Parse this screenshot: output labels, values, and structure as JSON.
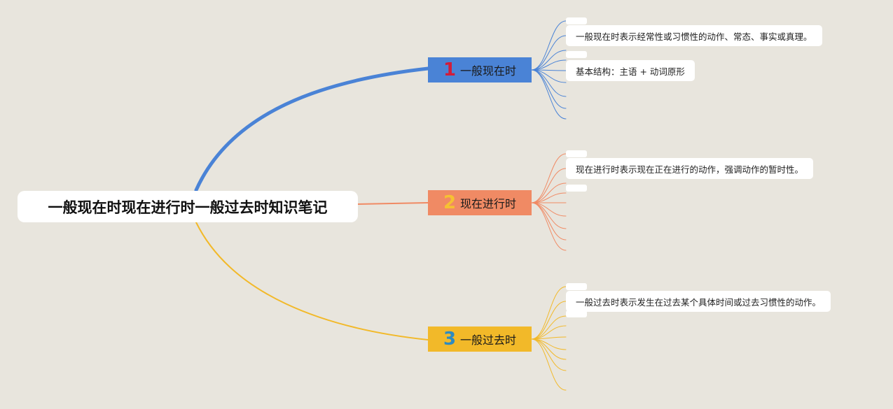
{
  "title": "一般现在时现在进行时一般过去时知识笔记",
  "colors": {
    "background": "#e8e5dd",
    "branch_1": "#4a83d6",
    "branch_2": "#f08a64",
    "branch_3": "#f2b929",
    "num_1": "#d21c3a",
    "num_2": "#f6c132",
    "num_3": "#2e8bc0"
  },
  "branches": [
    {
      "number": "1",
      "label": "一般现在时",
      "notes": [
        "一般现在时表示经常性或习惯性的动作、常态、事实或真理。",
        "基本结构：主语 + 动词原形"
      ]
    },
    {
      "number": "2",
      "label": "现在进行时",
      "notes": [
        "现在进行时表示现在正在进行的动作，强调动作的暂时性。"
      ]
    },
    {
      "number": "3",
      "label": "一般过去时",
      "notes": [
        "一般过去时表示发生在过去某个具体时间或过去习惯性的动作。"
      ]
    }
  ]
}
